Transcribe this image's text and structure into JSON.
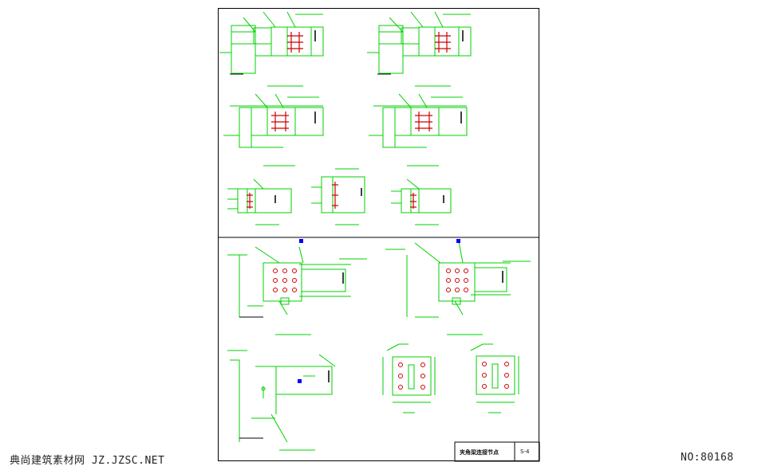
{
  "watermark": {
    "site_text": "典尚建筑素材网 JZ.JZSC.NET",
    "number_text": "NO:80168"
  },
  "title_block": {
    "title": "夹角梁连接节点",
    "sheet_number": "S-4"
  },
  "colors": {
    "line": "#00d000",
    "bolt": "#cc0000",
    "bolt_symbol": "#0000ff",
    "frame": "#000000",
    "background": "#ffffff"
  }
}
